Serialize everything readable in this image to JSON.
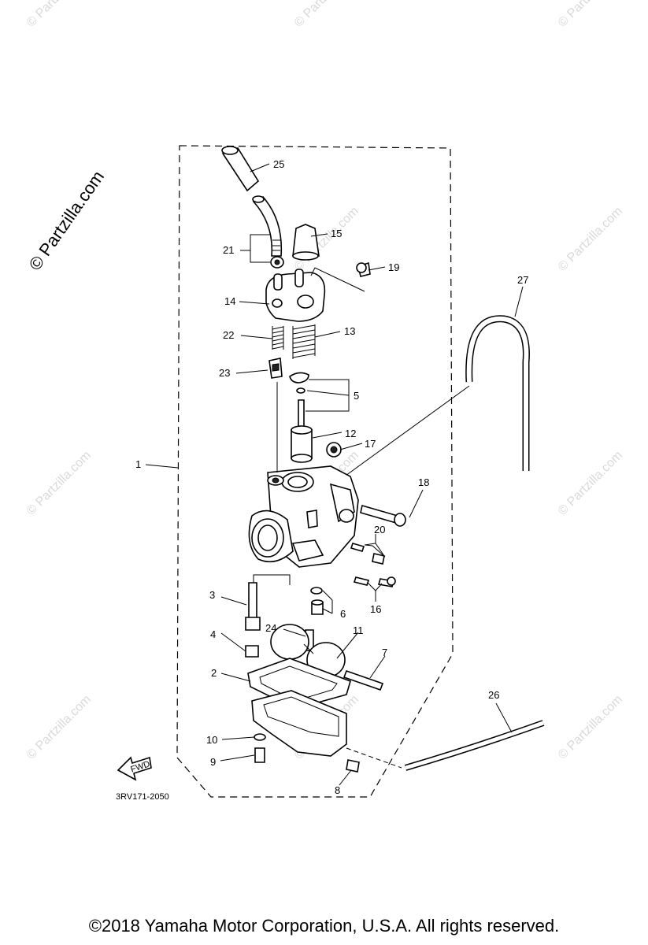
{
  "watermark": {
    "main_text": "© Partzilla.com",
    "repeat_text": "© Partzilla.com"
  },
  "diagram": {
    "drawing_code": "3RV171-2050",
    "fwd_label": "FWD",
    "callouts": {
      "p1": "1",
      "p2": "2",
      "p3": "3",
      "p4": "4",
      "p5": "5",
      "p6": "6",
      "p7": "7",
      "p8": "8",
      "p9": "9",
      "p10": "10",
      "p11": "11",
      "p12": "12",
      "p13": "13",
      "p14": "14",
      "p15": "15",
      "p16": "16",
      "p17": "17",
      "p18": "18",
      "p19": "19",
      "p20": "20",
      "p21": "21",
      "p22": "22",
      "p23": "23",
      "p24": "24",
      "p25": "25",
      "p26": "26",
      "p27": "27"
    }
  },
  "footer": {
    "copyright": "©2018  Yamaha Motor Corporation, U.S.A. All rights reserved."
  }
}
